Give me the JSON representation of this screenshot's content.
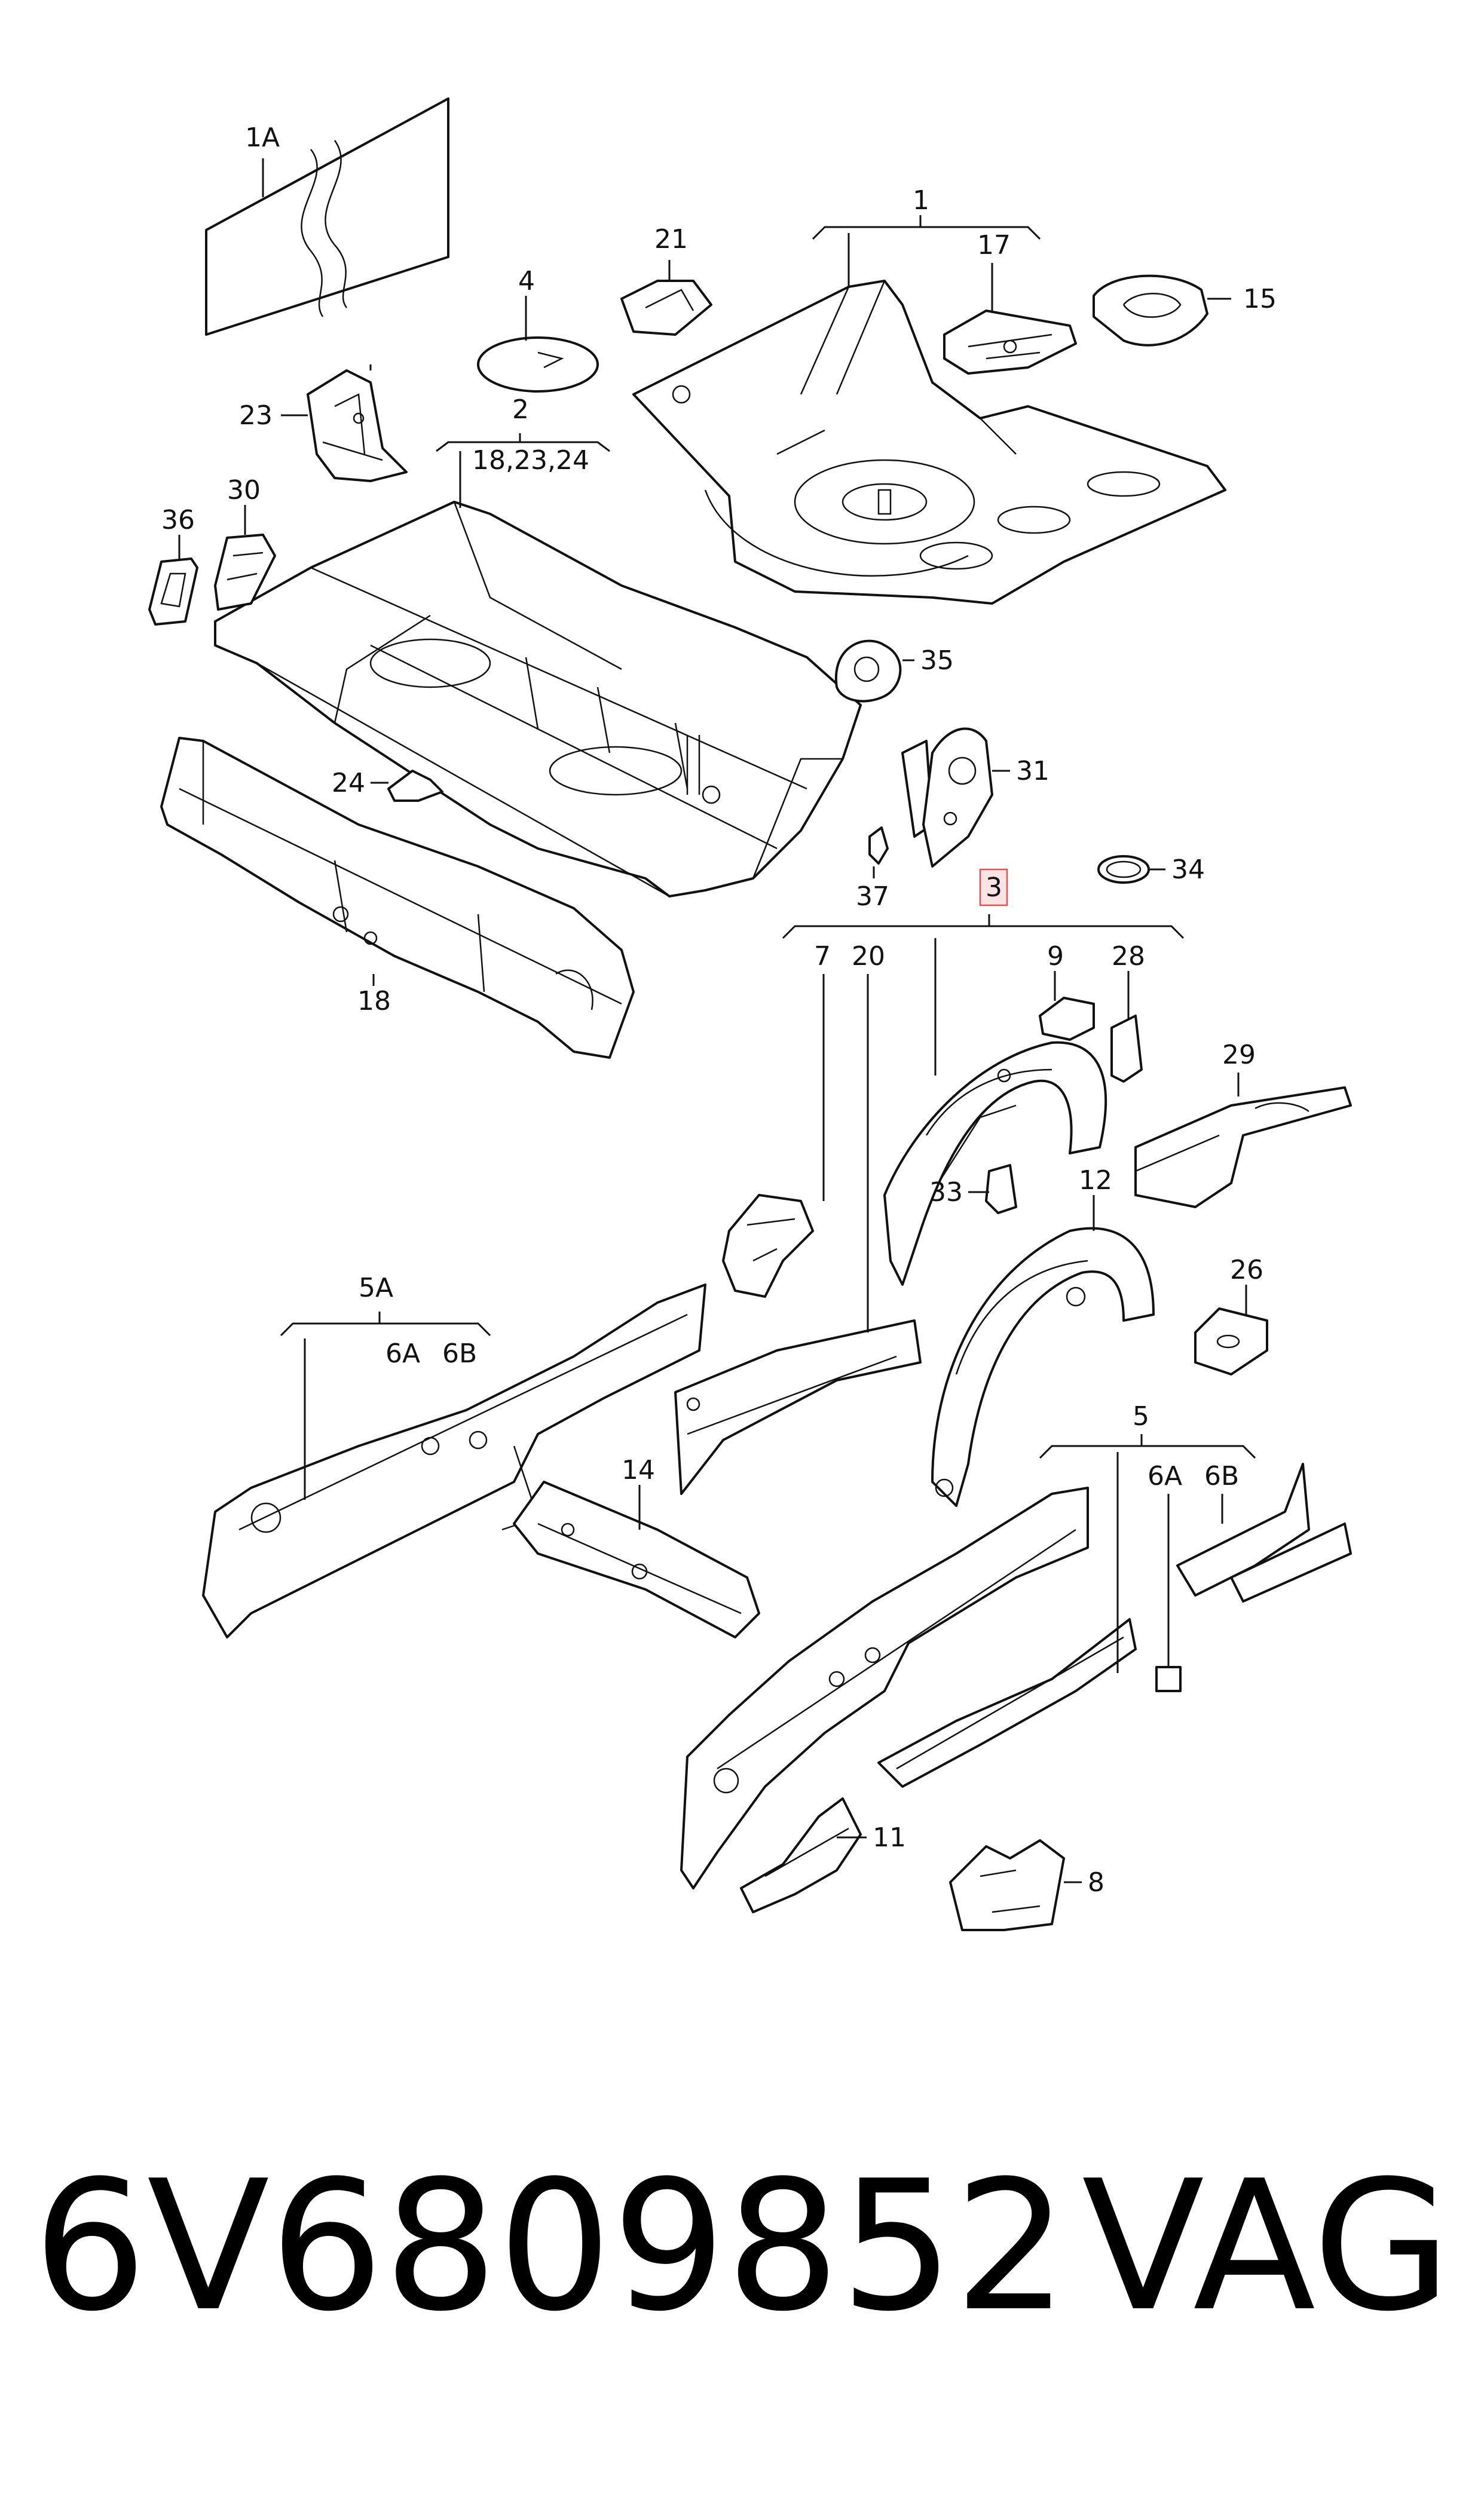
{
  "diagram": {
    "callouts": [
      {
        "id": "c1A",
        "text": "1A"
      },
      {
        "id": "c1",
        "text": "1"
      },
      {
        "id": "c21",
        "text": "21"
      },
      {
        "id": "c17",
        "text": "17"
      },
      {
        "id": "c15",
        "text": "15"
      },
      {
        "id": "c4",
        "text": "4"
      },
      {
        "id": "c23",
        "text": "23"
      },
      {
        "id": "c2",
        "text": "2"
      },
      {
        "id": "c2sub",
        "text": "18,23,24"
      },
      {
        "id": "c36",
        "text": "36"
      },
      {
        "id": "c30",
        "text": "30"
      },
      {
        "id": "c35",
        "text": "35"
      },
      {
        "id": "c24",
        "text": "24"
      },
      {
        "id": "c31",
        "text": "31"
      },
      {
        "id": "c37",
        "text": "37"
      },
      {
        "id": "c34",
        "text": "34"
      },
      {
        "id": "c3",
        "text": "3",
        "highlighted": true
      },
      {
        "id": "c7",
        "text": "7"
      },
      {
        "id": "c20",
        "text": "20"
      },
      {
        "id": "c9",
        "text": "9"
      },
      {
        "id": "c28",
        "text": "28"
      },
      {
        "id": "c18",
        "text": "18"
      },
      {
        "id": "c29",
        "text": "29"
      },
      {
        "id": "c33",
        "text": "33"
      },
      {
        "id": "c12",
        "text": "12"
      },
      {
        "id": "c26",
        "text": "26"
      },
      {
        "id": "c5A",
        "text": "5A"
      },
      {
        "id": "c6A_left",
        "text": "6A"
      },
      {
        "id": "c6B_left",
        "text": "6B"
      },
      {
        "id": "c14",
        "text": "14"
      },
      {
        "id": "c5",
        "text": "5"
      },
      {
        "id": "c6A_right",
        "text": "6A"
      },
      {
        "id": "c6B_right",
        "text": "6B"
      },
      {
        "id": "c11",
        "text": "11"
      },
      {
        "id": "c8",
        "text": "8"
      }
    ],
    "highlight_color": "#d9534f"
  },
  "footer": {
    "part_number": "6V6809852",
    "brand": "VAG"
  }
}
